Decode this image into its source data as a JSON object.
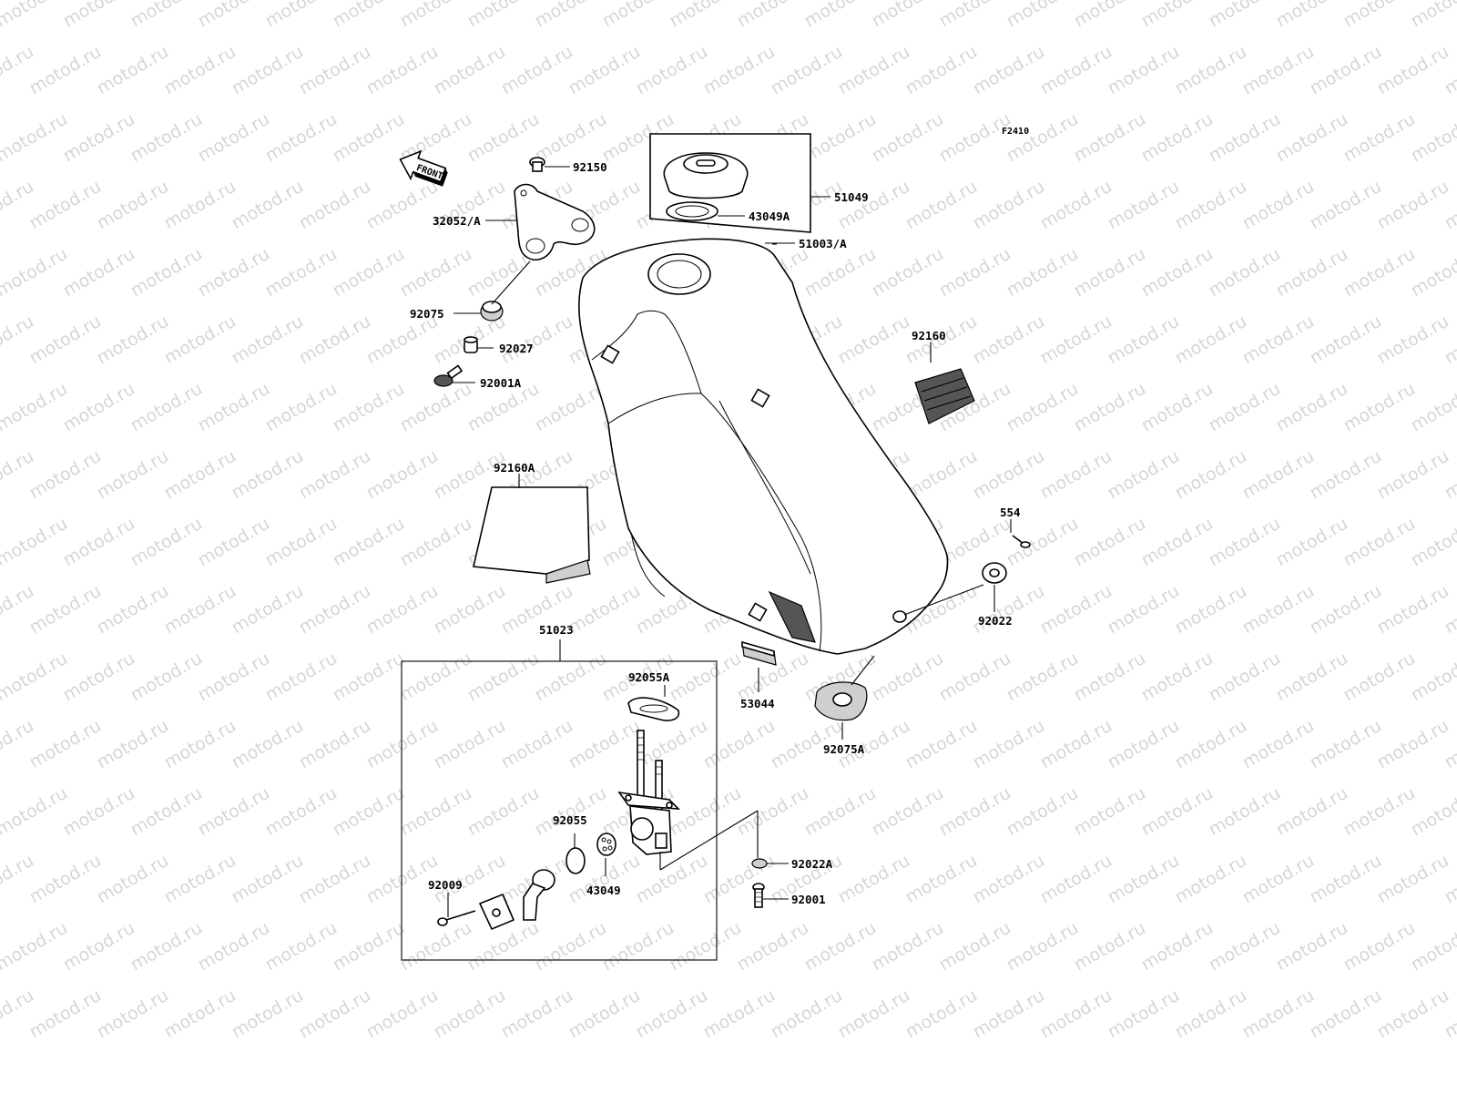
{
  "watermark": "motod.ru",
  "diagram_code": "F2410",
  "front_label": "FRONT",
  "parts": {
    "p92150": "92150",
    "p32052A": "32052/A",
    "p92075": "92075",
    "p92027": "92027",
    "p92001A": "92001A",
    "p51049": "51049",
    "p43049A": "43049A",
    "p51003A": "51003/A",
    "p92160": "92160",
    "p92160A": "92160A",
    "p554": "554",
    "p92022": "92022",
    "p51023": "51023",
    "p92055A": "92055A",
    "p53044": "53044",
    "p92075A": "92075A",
    "p92055": "92055",
    "p43049": "43049",
    "p92009": "92009",
    "p92022A": "92022A",
    "p92001": "92001"
  }
}
